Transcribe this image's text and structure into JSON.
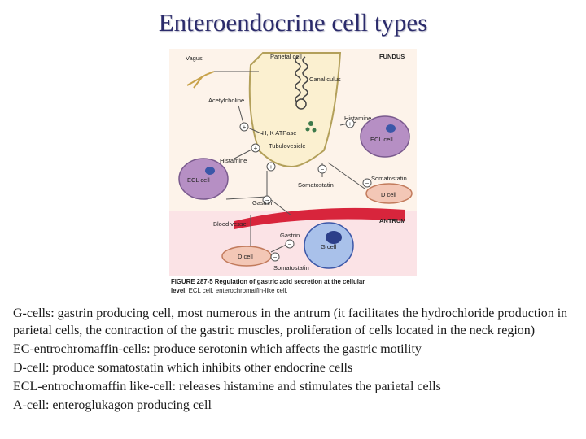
{
  "title": "Enteroendocrine cell types",
  "figure": {
    "labels": {
      "vagus": "Vagus",
      "parietal_cell": "Parietal cell",
      "fundus": "FUNDUS",
      "canaliculus": "Canaliculus",
      "acetylcholine": "Acetylcholine",
      "histamine_top": "Histamine",
      "ecl_cell_right": "ECL cell",
      "hk_atpase": "H, K ATPase",
      "tubulovesicle": "Tubulovesicle",
      "histamine_left": "Histamine",
      "ecl_cell_left": "ECL cell",
      "somatostatin_right": "Somatostatin",
      "somatostatin_mid": "Somatostatin",
      "d_cell_right": "D cell",
      "gastrin_top": "Gastrin",
      "blood_vessel": "Blood vessel",
      "antrum": "ANTRUM",
      "gastrin_bottom": "Gastrin",
      "g_cell": "G cell",
      "d_cell_bottom": "D cell",
      "somatostatin_bottom": "Somatostatin"
    },
    "caption_bold": "FIGURE 287-5  Regulation of gastric acid secretion at the cellular",
    "caption_bold2": "level.",
    "caption_rest": " ECL cell, enterochromaffin-like cell."
  },
  "items": [
    {
      "term": "G-cells",
      "text": ": gastrin producing cell, most numerous in the antrum (it facilitates the hydrochloride production in parietal cells, the contraction of the gastric muscles, proliferation of cells located in the neck region)"
    },
    {
      "term": "EC-entrochromaffin-cells",
      "text": ": produce serotonin which affects the gastric motility"
    },
    {
      "term": "D-cell",
      "text": ": produce somatostatin which inhibits other endocrine cells"
    },
    {
      "term": "ECL-entrochromaffin like-cell",
      "text": ": releases histamine and stimulates the parietal cells"
    },
    {
      "term": "A-cell",
      "text": ": enteroglukagon producing cell"
    }
  ],
  "colors": {
    "title": "#2b2b6b",
    "fundus_bg": "#fdf3ea",
    "antrum_bg": "#fbe3e6",
    "ecl_cell": "#b68fc4",
    "g_cell": "#a9c1ea",
    "d_cell": "#f3c7b6",
    "parietal_cell": "#fbf0d0",
    "blood_vessel": "#d8253c"
  }
}
